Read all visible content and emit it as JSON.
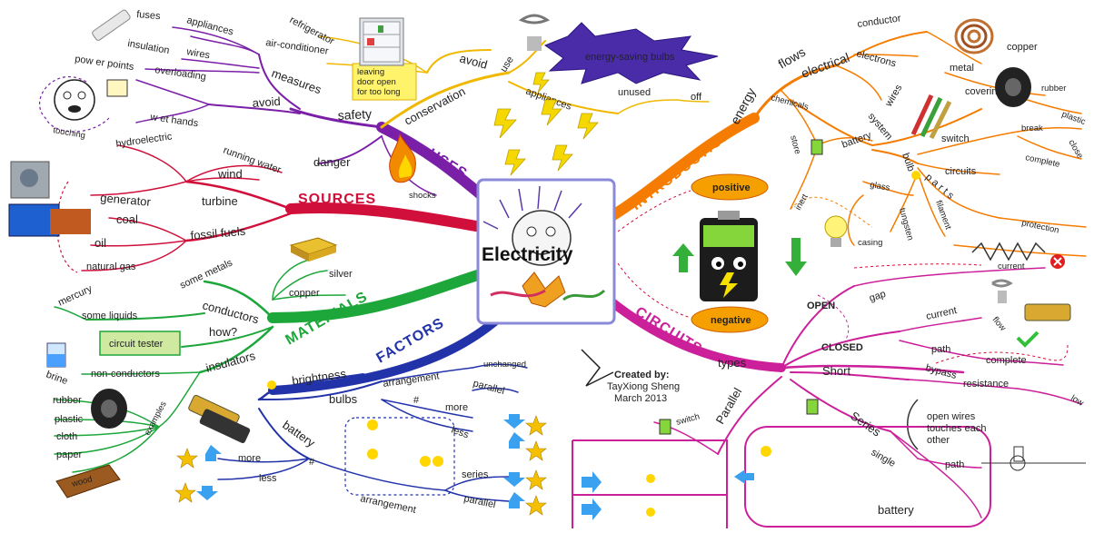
{
  "title": "Electricity",
  "credit": {
    "line1": "Created by:",
    "line2": "TayXiong Sheng",
    "line3": "March 2013"
  },
  "colors": {
    "uses": "#7a1fa8",
    "sources": "#d0103a",
    "materials": "#1da63a",
    "factors": "#2233aa",
    "introduction": "#f57c00",
    "circuits": "#cc1f9a",
    "conservation": "#f0b800"
  },
  "icons": [
    "fuse-icon",
    "panic-face-icon",
    "refrigerator-icon",
    "cfl-bulb-icon",
    "fire-icon",
    "lightning-icon",
    "turbine-icon",
    "gold-bars-icon",
    "beaker-icon",
    "tire-icon",
    "wood-plank-icon",
    "battery-icon",
    "star-icon",
    "arrow-icon",
    "copper-coil-icon",
    "wires-icon",
    "lightbulb-icon",
    "resistor-icon",
    "close-x-icon",
    "check-icon"
  ],
  "uses": {
    "main": "USES",
    "safety": "safety",
    "measures": "measures",
    "fuses": "fuses",
    "appliances": "appliances",
    "insulation": "insulation",
    "wires": "wires",
    "power_points": "pow er points",
    "overloading": "overloading",
    "avoid": "avoid",
    "touching": "touching",
    "wet_hands": "w et hands",
    "danger": "danger",
    "fire": "fire",
    "shocks": "shocks",
    "conservation": "conservation",
    "conservation_avoid": "avoid",
    "refrigerator": "refrigerator",
    "air_conditioner": "air-conditioner",
    "note_line1": "leaving",
    "note_line2": "door open",
    "note_line3": "for too long",
    "use": "use",
    "energy_saving_bulbs": "energy-saving bulbs",
    "appliances_cons": "appliances",
    "unused": "unused",
    "off": "off"
  },
  "sources": {
    "main": "SOURCES",
    "hydroelectric": "hydroelectric",
    "running_water": "running water",
    "wind": "wind",
    "generator": "generator",
    "turbine": "turbine",
    "coal": "coal",
    "fossil_fuels": "fossil fuels",
    "oil": "oil",
    "natural_gas": "natural gas"
  },
  "materials": {
    "main": "MATERIALS",
    "some_metals": "some metals",
    "gold": "gold",
    "silver": "silver",
    "copper": "copper",
    "conductors": "conductors",
    "mercury": "mercury",
    "some_liquids": "some liquids",
    "how": "how?",
    "circuit_tester": "circuit tester",
    "brine": "brine",
    "non_conductors": "non-conductors",
    "insulators": "insulators",
    "examples": "examples",
    "rubber": "rubber",
    "plastic": "plastic",
    "cloth": "cloth",
    "paper": "paper",
    "wood": "wood"
  },
  "factors": {
    "main": "FACTORS",
    "brightness": "brightness",
    "bulbs": "bulbs",
    "arrangement": "arrangement",
    "unchanged": "unchanged",
    "parallel": "parallel",
    "hash": "#",
    "more": "more",
    "less": "less",
    "battery": "battery",
    "series": "series",
    "parallel2": "parallel",
    "more2": "more",
    "less2": "less",
    "hash2": "#",
    "arrangement2": "arrangement"
  },
  "introduction": {
    "main": "INTRODUCTION",
    "energy": "energy",
    "flows": "flows",
    "electrical": "electrical",
    "conductor": "conductor",
    "electrons": "electrons",
    "metal": "metal",
    "copper": "copper",
    "covering": "covering",
    "rubber": "rubber",
    "plastic": "plastic",
    "system": "system",
    "wires": "wires",
    "chemicals": "chemicals",
    "store": "store",
    "battery": "battery",
    "bulb": "bulb",
    "switch": "switch",
    "break": "break",
    "close": "close",
    "complete": "complete",
    "circuits": "circuits",
    "parts": "p  a  r  t  s",
    "glass": "glass",
    "inert": "inert",
    "tungsten": "tungsten",
    "filament": "filament",
    "protection": "protection",
    "casing": "casing",
    "positive": "positive",
    "negative": "negative"
  },
  "circuits": {
    "main": "CIRCUITS",
    "current": "current",
    "open": "OPEN",
    "gap": "gap",
    "closed": "CLOSED",
    "current2": "current",
    "flow": "flow",
    "path": "path",
    "complete": "complete",
    "types": "types",
    "short": "Short",
    "bypass": "bypass",
    "resistance": "resistance",
    "low": "low",
    "series": "Series",
    "note_line1": "open wires",
    "note_line2": "touches each",
    "note_line3": "other",
    "single": "single",
    "path2": "path",
    "parallel": "Parallel",
    "switch": "switch",
    "battery": "battery"
  }
}
